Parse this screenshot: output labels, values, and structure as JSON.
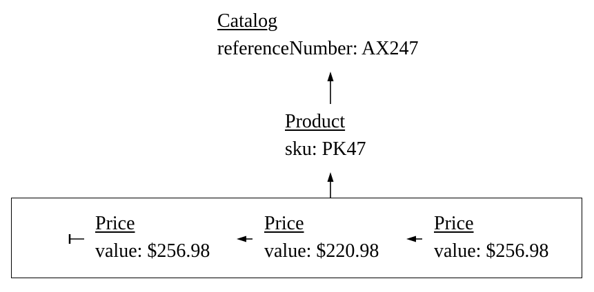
{
  "catalog": {
    "title": "Catalog",
    "attribute": "referenceNumber: AX247"
  },
  "product": {
    "title": "Product",
    "attribute": "sku: PK47"
  },
  "prices": [
    {
      "title": "Price",
      "attribute": "value: $256.98"
    },
    {
      "title": "Price",
      "attribute": "value: $220.98"
    },
    {
      "title": "Price",
      "attribute": "value: $256.98"
    }
  ]
}
